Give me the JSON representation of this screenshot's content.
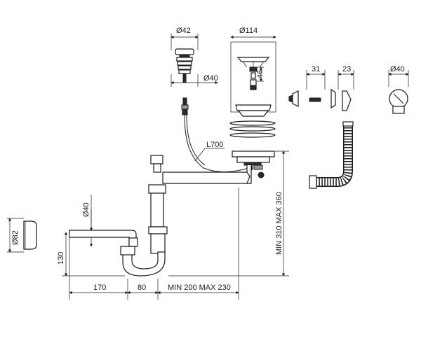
{
  "dimensions": {
    "d42": "Ø42",
    "d114": "Ø114",
    "d40_plug": "Ø40",
    "h46": "46",
    "w31": "31",
    "w23": "23",
    "d40_overflow": "Ø40",
    "l700": "L700",
    "d40_pipe": "Ø40",
    "d82": "Ø82",
    "h130": "130",
    "w170": "170",
    "w80": "80",
    "min_max_horizontal": "MIN 200 MAX 230",
    "min_max_vertical": "MIN 310 MAX 360"
  }
}
